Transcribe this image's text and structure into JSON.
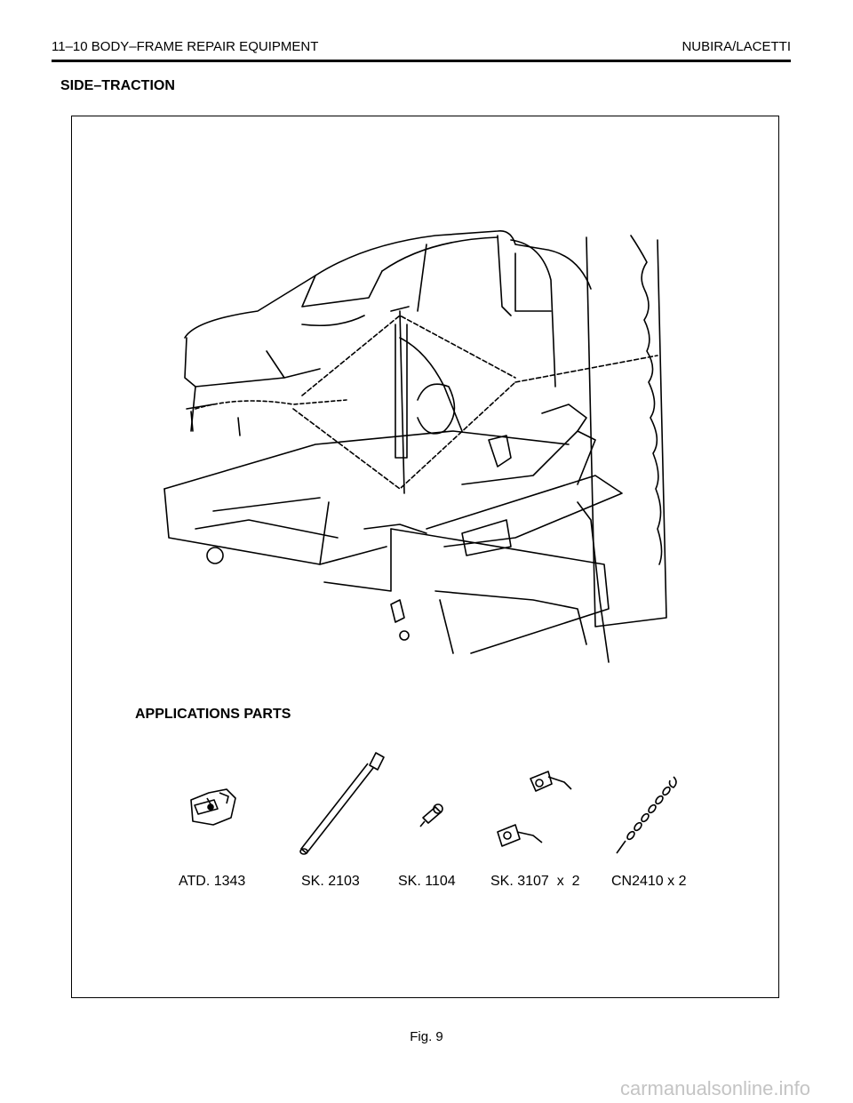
{
  "header": {
    "left_text": "11–10 BODY–FRAME REPAIR EQUIPMENT",
    "right_text": "NUBIRA/LACETTI"
  },
  "section_title": "SIDE–TRACTION",
  "applications": {
    "heading": "APPLICATIONS PARTS",
    "parts": [
      {
        "label": "ATD. 1343",
        "icon": "clamp-icon"
      },
      {
        "label": "SK. 2103",
        "icon": "bar-icon"
      },
      {
        "label": "SK. 1104",
        "icon": "pin-icon"
      },
      {
        "label": "SK. 3107  x  2",
        "icon": "hook-icon"
      },
      {
        "label": "CN2410 x 2",
        "icon": "chain-icon"
      }
    ]
  },
  "figure_caption": "Fig. 9",
  "watermark": "carmanualsonline.info"
}
